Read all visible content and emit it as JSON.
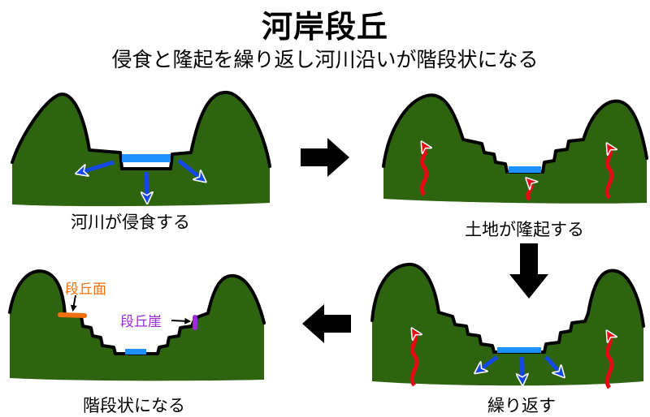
{
  "title": "河岸段丘",
  "subtitle": "侵食と隆起を繰り返し河川沿いが階段状になる",
  "panels": {
    "top_left": {
      "caption": "河川が侵食する"
    },
    "top_right": {
      "caption": "土地が隆起する"
    },
    "bottom_right": {
      "caption": "繰り返す"
    },
    "bottom_left": {
      "caption": "階段状になる",
      "label_surface": "段丘面",
      "label_cliff": "段丘崖"
    }
  },
  "colors": {
    "land": "#2e6410",
    "outline": "#000000",
    "water": "#1e90ff",
    "erosion_arrow": "#1448e6",
    "uplift_arrow": "#e60a14",
    "surface_label": "#f07010",
    "cliff_label": "#9b2ad6",
    "flow_arrow": "#000000"
  },
  "icons": {
    "flow": "block-arrow-icon",
    "erosion": "erosion-arrow-icon",
    "uplift": "wavy-up-arrow-icon"
  }
}
